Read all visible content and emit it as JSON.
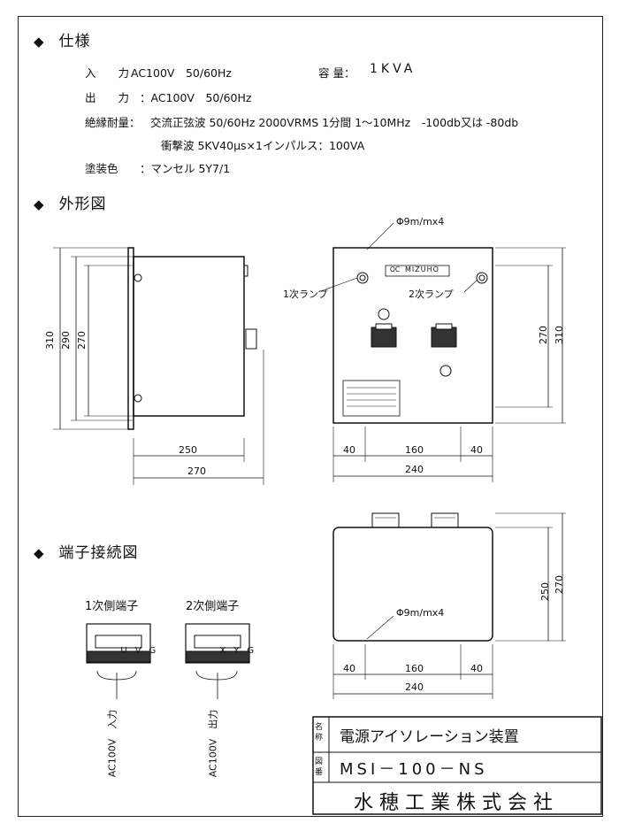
{
  "sections": {
    "spec_title": "仕様",
    "outline_title": "外形図",
    "terminal_title": "端子接続図"
  },
  "spec": {
    "input_label": "入　　力",
    "input_value": "AC100V　50/60Hz",
    "capacity_label": "容 量：",
    "capacity_value": "1KVA",
    "output_label": "出　　力",
    "output_value": "：AC100V　50/60Hz",
    "insulation_label": "絶縁耐量：",
    "insulation_value": "交流正弦波 50/60Hz 2000VRMS 1分間 1～10MHz　-100db又は -80db",
    "impulse_value": "衝撃波 5KV40μs×1インパルス：100VA",
    "paint_label": "塗装色",
    "paint_value": "：マンセル 5Y7/1"
  },
  "side_view": {
    "dim_310": "310",
    "dim_290": "290",
    "dim_270": "270",
    "dim_250": "250",
    "dim_270b": "270"
  },
  "front_view": {
    "hole_note": "Φ9m/mx4",
    "logo": "MIZUHO",
    "logo_mark": "OC",
    "lamp1": "1次ランプ",
    "lamp2": "2次ランプ",
    "dim_270": "270",
    "dim_310": "310",
    "dim_40a": "40",
    "dim_160": "160",
    "dim_40b": "40",
    "dim_240": "240"
  },
  "top_view": {
    "hole_note": "Φ9m/mx4",
    "dim_250": "250",
    "dim_270": "270",
    "dim_40a": "40",
    "dim_160": "160",
    "dim_40b": "40",
    "dim_240": "240"
  },
  "terminals": {
    "primary_title": "1次側端子",
    "secondary_title": "2次側端子",
    "primary_labels": [
      "U",
      "V",
      "G"
    ],
    "secondary_labels": [
      "X",
      "Y",
      "G"
    ],
    "primary_caption": "AC100V　入力",
    "secondary_caption": "AC100V　出力"
  },
  "title_block": {
    "name_label": "名称",
    "name_value": "電源アイソレーション装置",
    "drawing_label": "図番",
    "drawing_value": "MSI－100－NS",
    "company": "水穂工業株式会社"
  }
}
